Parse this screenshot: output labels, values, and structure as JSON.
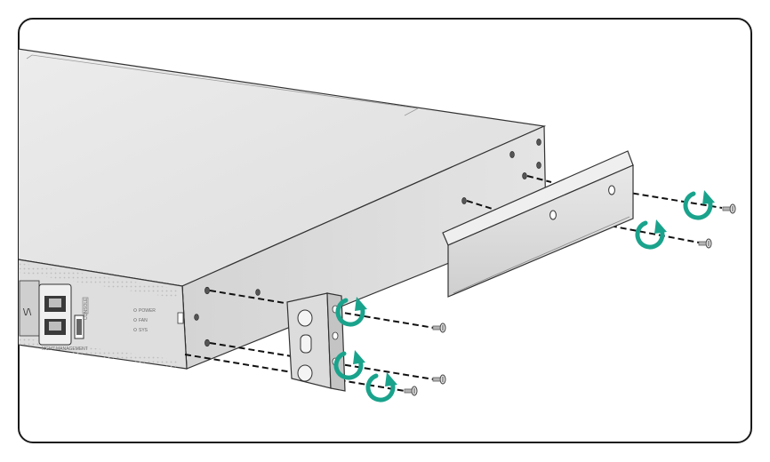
{
  "figure": {
    "frame_color": "#1a1a1a",
    "chassis_top_color": "#e6e6e6",
    "chassis_side_color": "#dadada",
    "rail_color": "#d7d7d7",
    "arrow_color": "#1aa38c",
    "screw_color": "#bdbdbd"
  },
  "front_panel": {
    "led_labels": [
      "POWER",
      "FAN",
      "SYS"
    ],
    "port_labels": [
      "CONSOLE",
      "MGMT",
      "MANAGEMENT"
    ],
    "icons": [
      "ethernet-port-icon",
      "usb-port-icon",
      "led-indicator-icon"
    ]
  },
  "assembly": {
    "items": [
      "chassis",
      "front-mounting-bracket",
      "rear-mounting-rail",
      "screw",
      "rotation-arrow-icon"
    ]
  }
}
